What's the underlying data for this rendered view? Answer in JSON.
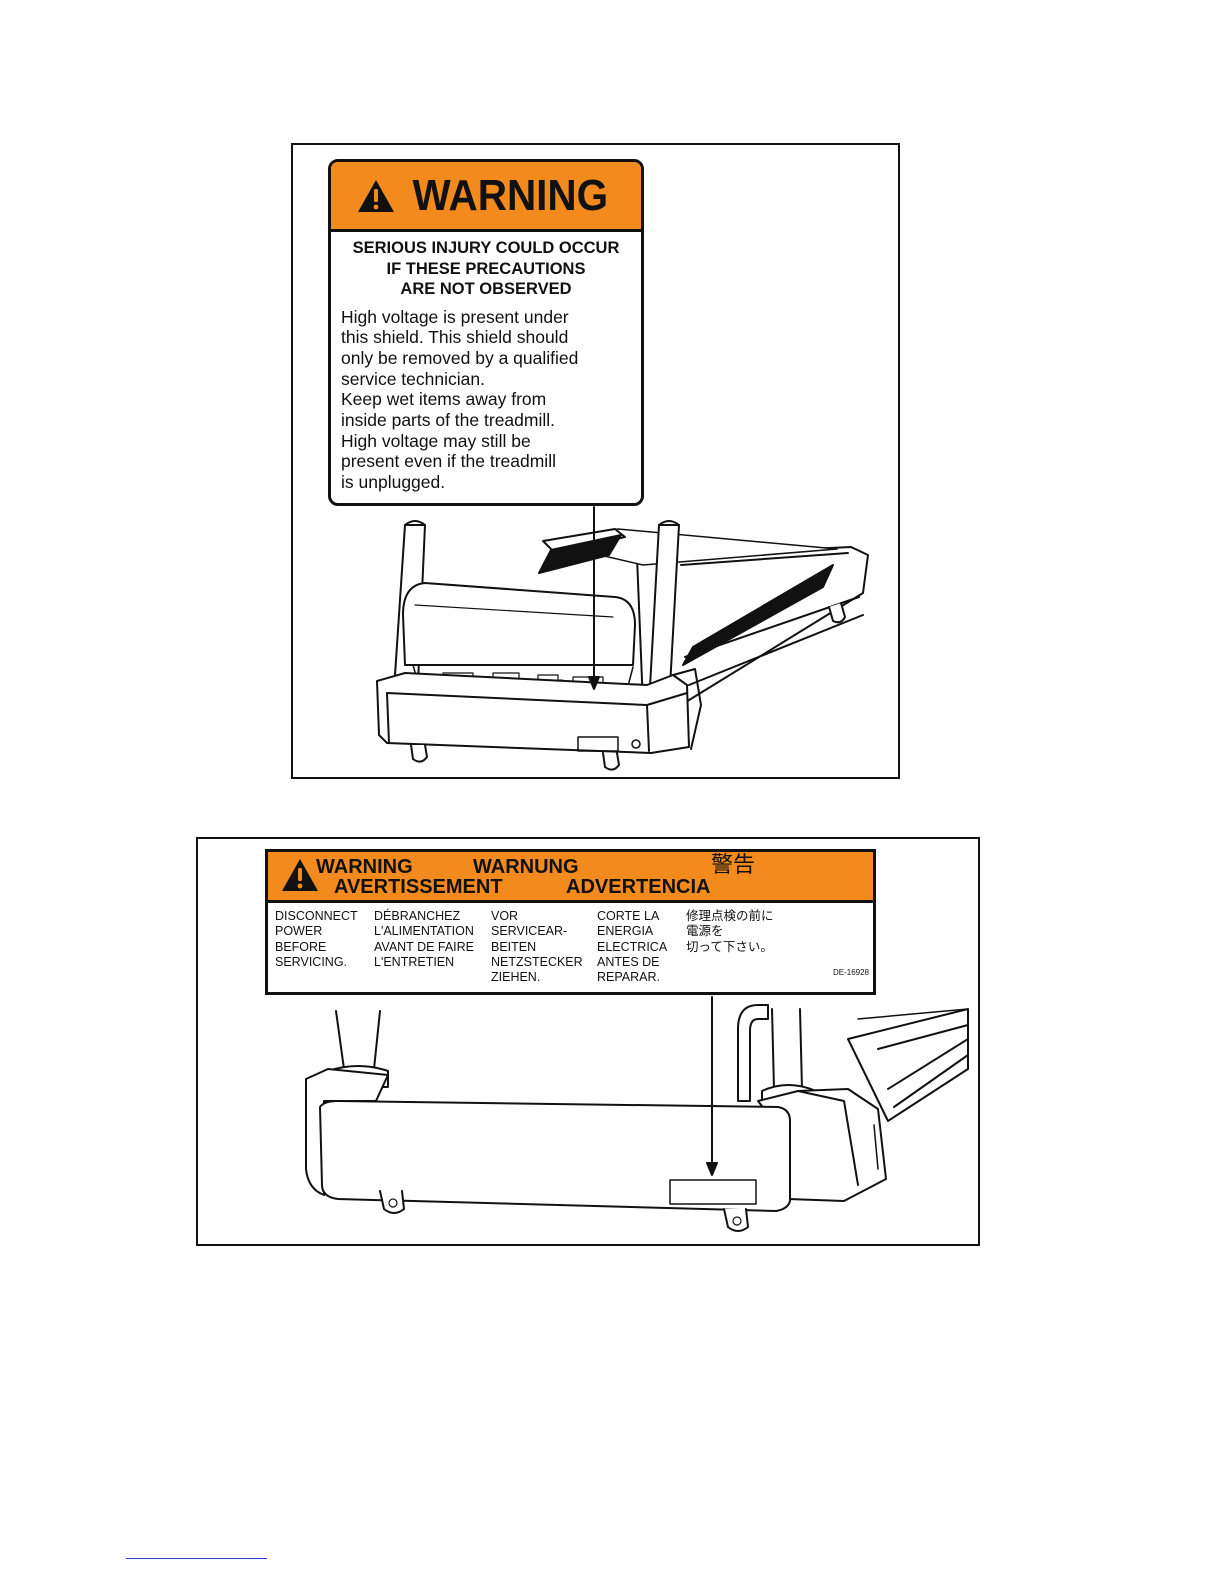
{
  "figure1": {
    "label": {
      "signal_word": "WARNING",
      "caution_lines": [
        "SERIOUS INJURY COULD OCCUR",
        "IF THESE PRECAUTIONS",
        "ARE NOT OBSERVED"
      ],
      "body_lines": [
        "High voltage is present under",
        "this shield. This shield should",
        "only be removed by a qualified",
        "service technician.",
        "Keep wet items away from",
        "inside parts of the treadmill.",
        "High voltage may still be",
        "present even if the treadmill",
        "is unplugged."
      ]
    }
  },
  "figure2": {
    "label": {
      "header": {
        "en": "WARNING",
        "de": "WARNUNG",
        "ja": "警告",
        "fr": "AVERTISSEMENT",
        "es": "ADVERTENCIA"
      },
      "columns": [
        [
          "DISCONNECT",
          "POWER",
          "BEFORE",
          "SERVICING."
        ],
        [
          "DÉBRANCHEZ",
          "L'ALIMENTATION",
          "AVANT DE FAIRE",
          "L'ENTRETIEN"
        ],
        [
          "VOR",
          "SERVICEAR-",
          "BEITEN",
          "NETZSTECKER",
          "ZIEHEN."
        ],
        [
          "CORTE LA",
          "ENERGIA",
          "ELECTRICA",
          "ANTES DE",
          "REPARAR."
        ],
        [
          "修理点検の前に",
          "電源を",
          "切って下さい。"
        ]
      ],
      "part_code": "DE-16928"
    }
  },
  "colors": {
    "label_orange": "#f28a1e",
    "outline": "#111111",
    "link_rule": "#2a3fd0"
  },
  "icons": {
    "alert": "warning-triangle-icon"
  }
}
